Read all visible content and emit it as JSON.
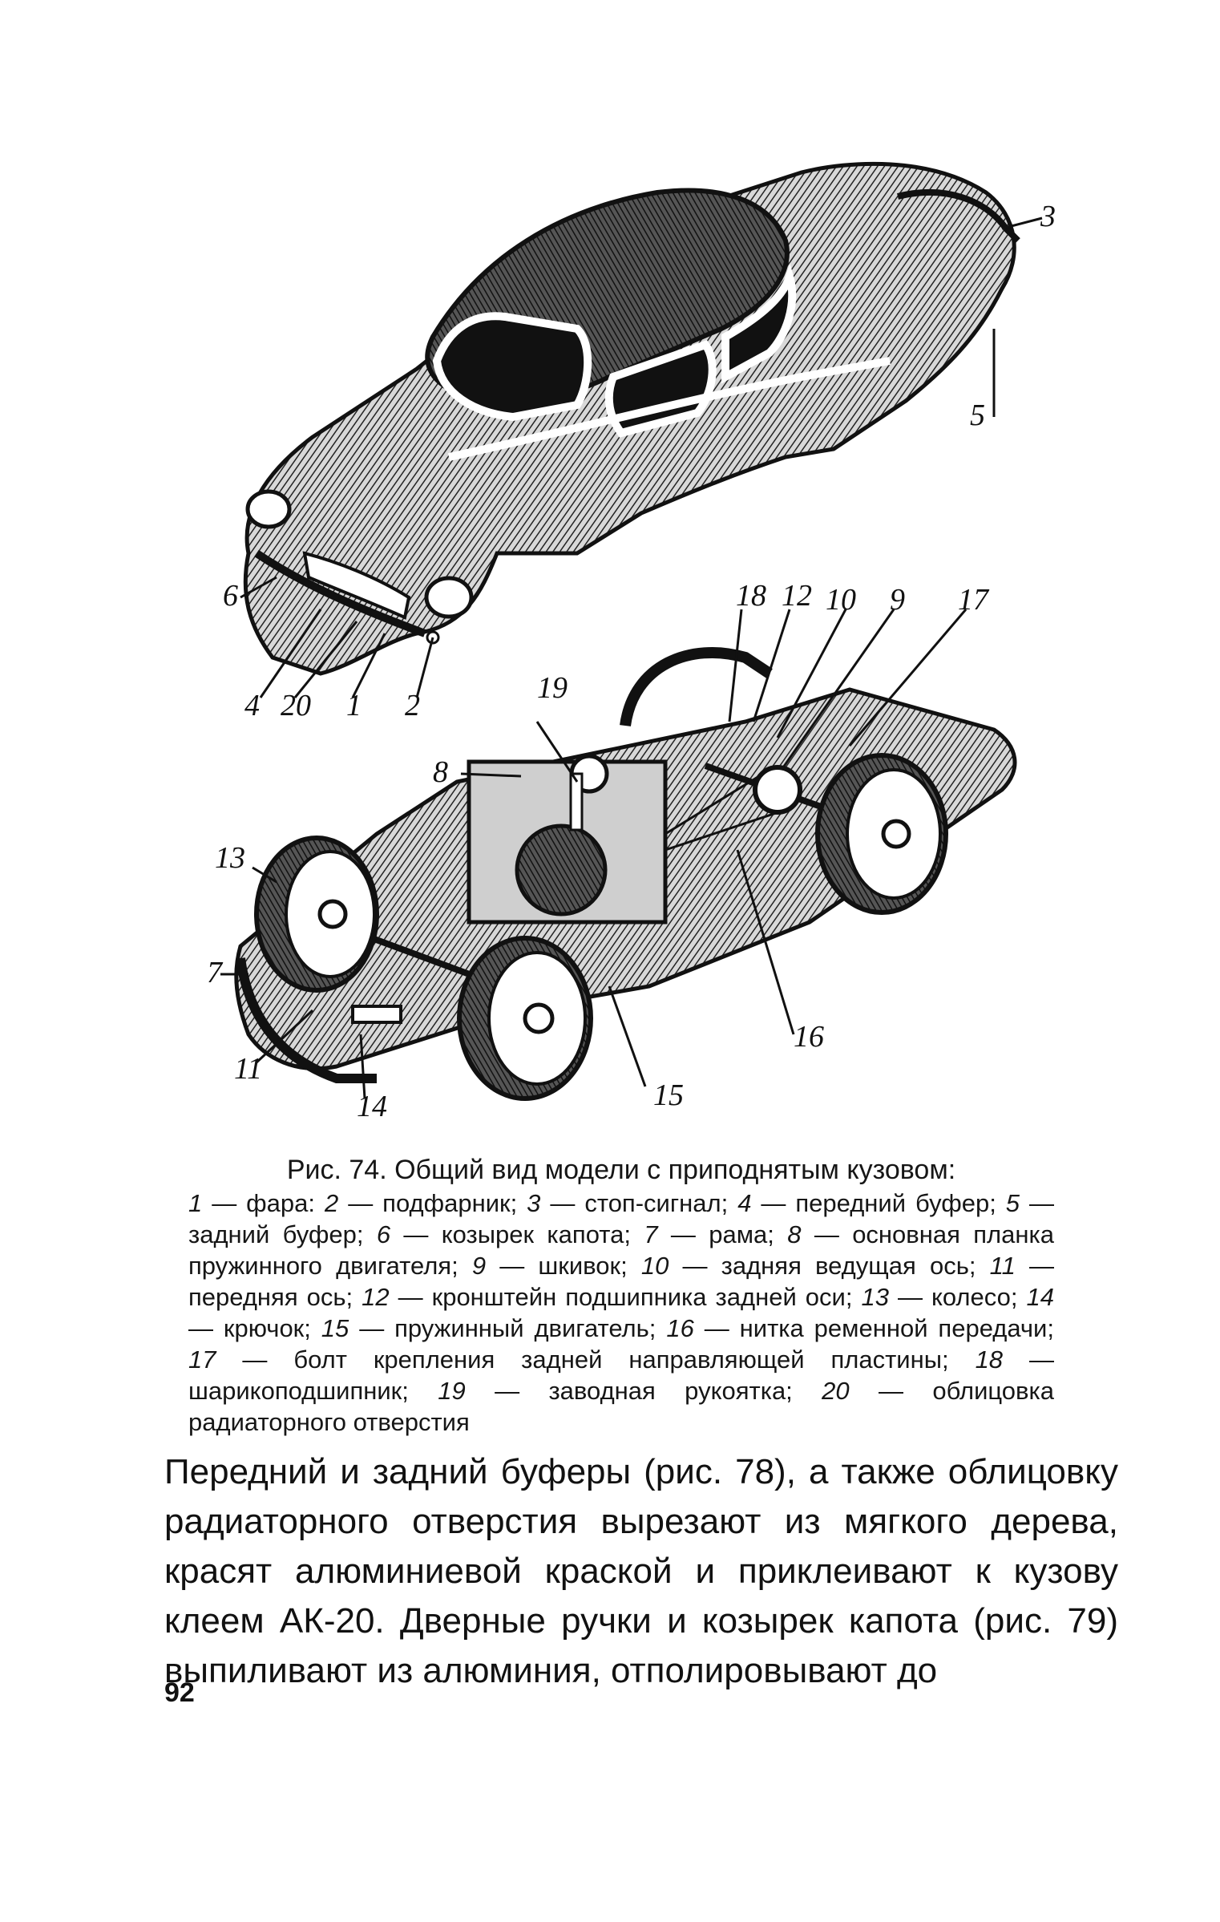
{
  "figure": {
    "labels": [
      "1",
      "2",
      "3",
      "4",
      "5",
      "6",
      "7",
      "8",
      "9",
      "10",
      "11",
      "12",
      "13",
      "14",
      "15",
      "16",
      "17",
      "18",
      "19",
      "20"
    ]
  },
  "caption": {
    "title": "Рис. 74. Общий вид модели с приподнятым кузовом:",
    "entries": [
      {
        "num": "1",
        "text": "фара:"
      },
      {
        "num": "2",
        "text": "подфарник;"
      },
      {
        "num": "3",
        "text": "стоп-сигнал;"
      },
      {
        "num": "4",
        "text": "передний буфер;"
      },
      {
        "num": "5",
        "text": "задний буфер;"
      },
      {
        "num": "6",
        "text": "козырек капота;"
      },
      {
        "num": "7",
        "text": "рама;"
      },
      {
        "num": "8",
        "text": "основная планка пружинного двигателя;"
      },
      {
        "num": "9",
        "text": "шкивок;"
      },
      {
        "num": "10",
        "text": "задняя ведущая ось;"
      },
      {
        "num": "11",
        "text": "передняя ось;"
      },
      {
        "num": "12",
        "text": "кронштейн подшипника задней оси;"
      },
      {
        "num": "13",
        "text": "колесо;"
      },
      {
        "num": "14",
        "text": "крючок;"
      },
      {
        "num": "15",
        "text": "пружинный двигатель;"
      },
      {
        "num": "16",
        "text": "нитка ременной передачи;"
      },
      {
        "num": "17",
        "text": "болт крепления задней направляющей пластины;"
      },
      {
        "num": "18",
        "text": "шарикоподшипник;"
      },
      {
        "num": "19",
        "text": "заводная рукоятка;"
      },
      {
        "num": "20",
        "text": "облицовка радиаторного отверстия"
      }
    ]
  },
  "body_text": "Передний и задний буферы (рис. 78), а также облицовку радиаторного отверстия вырезают из мягкого дерева, красят алюминиевой краской и приклеивают к кузову клеем АК-20. Дверные ручки и козырек капота (рис. 79) выпиливают из алюминия, отполировывают до",
  "page_number": "92"
}
